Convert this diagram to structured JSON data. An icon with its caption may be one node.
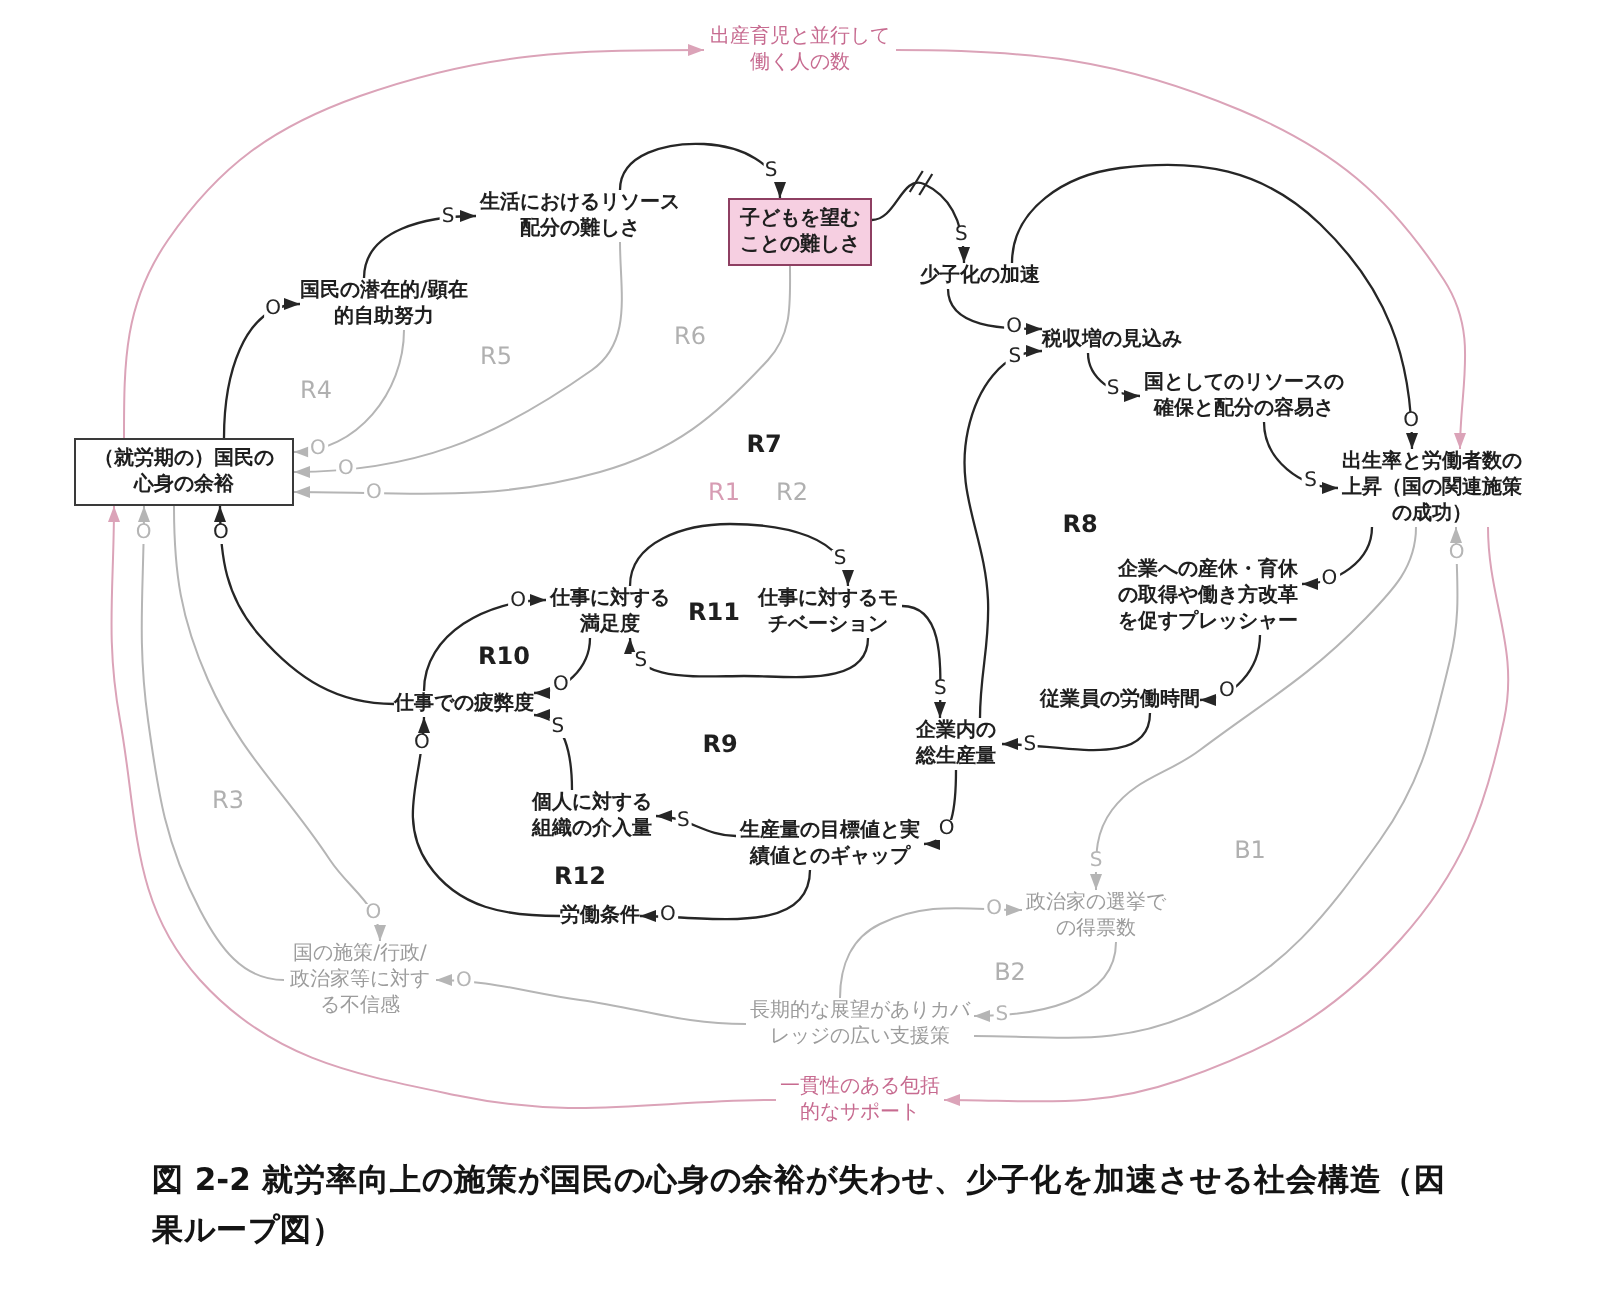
{
  "diagram": {
    "caption": "図 2-2 就労率向上の施策が国民の心身の余裕が失わせ、少子化を加速させる社会構造（因果ループ図）",
    "nodes": [
      {
        "text": [
          "（就労期の）国民の心身の余裕"
        ]
      },
      {
        "text": [
          "国民の潜在的/顕在的自助努力"
        ]
      },
      {
        "text": [
          "生活におけるリソース配分の難しさ"
        ]
      },
      {
        "text": [
          "子どもを望むことの難しさ"
        ]
      },
      {
        "text": [
          "少子化の加速"
        ]
      },
      {
        "text": [
          "税収増の見込み"
        ]
      },
      {
        "text": [
          "国としてのリソースの確保と配分の容易さ"
        ]
      },
      {
        "text": [
          "出生率と労働者数の上昇（国の関連施策の成功）"
        ]
      },
      {
        "text": [
          "企業への産休・育休の取得や働き方改革を促すプレッシャー"
        ]
      },
      {
        "text": [
          "従業員の労働時間"
        ]
      },
      {
        "text": [
          "企業内の総生産量"
        ]
      },
      {
        "text": [
          "仕事に対する満足度"
        ]
      },
      {
        "text": [
          "仕事に対するモチベーション"
        ]
      },
      {
        "text": [
          "仕事での疲弊度"
        ]
      },
      {
        "text": [
          "個人に対する組織の介入量"
        ]
      },
      {
        "text": [
          "生産量の目標値と実績値とのギャップ"
        ]
      },
      {
        "text": [
          "労働条件"
        ]
      },
      {
        "text": [
          "国の施策/行政/政治家等に対する不信感"
        ]
      },
      {
        "text": [
          "政治家の選挙での得票数"
        ]
      },
      {
        "text": [
          "長期的な展望がありカバレッジの広い支援策"
        ]
      },
      {
        "text": [
          "一貫性のある包括的なサポート"
        ]
      },
      {
        "text": [
          "出産育児と並行して働く人の数"
        ]
      }
    ],
    "edges": [
      {
        "from": 0,
        "to": 1,
        "arrow": "to",
        "label": "O"
      },
      {
        "from": 1,
        "to": 2,
        "arrow": "to",
        "label": "S"
      },
      {
        "from": 2,
        "to": 3,
        "arrow": "to",
        "label": "S"
      },
      {
        "from": 3,
        "to": 4,
        "arrow": "to",
        "label": "S"
      },
      {
        "from": 4,
        "to": 7,
        "arrow": "to",
        "label": "O"
      },
      {
        "from": 4,
        "to": 5,
        "arrow": "to",
        "label": "O"
      },
      {
        "from": 10,
        "to": 5,
        "arrow": "to",
        "label": "S"
      },
      {
        "from": 5,
        "to": 6,
        "arrow": "to",
        "label": "S"
      },
      {
        "from": 6,
        "to": 7,
        "arrow": "to",
        "label": "S"
      },
      {
        "from": 7,
        "to": 8,
        "arrow": "to",
        "label": "O"
      },
      {
        "from": 8,
        "to": 9,
        "arrow": "to",
        "label": "O"
      },
      {
        "from": 9,
        "to": 10,
        "arrow": "to",
        "label": "S"
      },
      {
        "from": 12,
        "to": 10,
        "arrow": "to",
        "label": "S"
      },
      {
        "from": 10,
        "to": 15,
        "arrow": "to",
        "label": "O"
      },
      {
        "from": 15,
        "to": 14,
        "arrow": "to",
        "label": "S"
      },
      {
        "from": 15,
        "to": 16,
        "arrow": "to",
        "label": "O"
      },
      {
        "from": 14,
        "to": 13,
        "arrow": "to",
        "label": "S"
      },
      {
        "from": 16,
        "to": 13,
        "arrow": "to",
        "label": "O"
      },
      {
        "from": 13,
        "to": 11,
        "arrow": "to",
        "label": "O"
      },
      {
        "from": 11,
        "to": 13,
        "arrow": "to",
        "label": "O"
      },
      {
        "from": 11,
        "to": 12,
        "arrow": "to",
        "label": "S"
      },
      {
        "from": 12,
        "to": 11,
        "arrow": "to",
        "label": "S"
      },
      {
        "from": 13,
        "to": 0,
        "arrow": "to",
        "label": "O"
      },
      {
        "from": 1,
        "to": 0,
        "arrow": "to",
        "label": "O",
        "color": "#b5b5b5"
      },
      {
        "from": 2,
        "to": 0,
        "arrow": "to",
        "label": "O",
        "color": "#b5b5b5"
      },
      {
        "from": 3,
        "to": 0,
        "arrow": "to",
        "label": "O",
        "color": "#b5b5b5"
      },
      {
        "from": 0,
        "to": 21,
        "arrow": "to",
        "color": "#dba3b8"
      },
      {
        "from": 21,
        "to": 7,
        "arrow": "to",
        "color": "#dba3b8"
      },
      {
        "from": 7,
        "to": 20,
        "arrow": "to",
        "color": "#dba3b8"
      },
      {
        "from": 20,
        "to": 0,
        "arrow": "to",
        "color": "#dba3b8"
      },
      {
        "from": 7,
        "to": 18,
        "arrow": "to",
        "label": "S",
        "color": "#b5b5b5"
      },
      {
        "from": 19,
        "to": 18,
        "arrow": "to",
        "label": "O",
        "color": "#b5b5b5"
      },
      {
        "from": 18,
        "to": 19,
        "arrow": "to",
        "label": "S",
        "color": "#b5b5b5"
      },
      {
        "from": 19,
        "to": 7,
        "arrow": "to",
        "label": "O",
        "color": "#b5b5b5"
      },
      {
        "from": 19,
        "to": 17,
        "arrow": "to",
        "label": "O",
        "color": "#b5b5b5"
      },
      {
        "from": 17,
        "to": 0,
        "arrow": "to",
        "label": "O",
        "color": "#b5b5b5"
      },
      {
        "from": 0,
        "to": 17,
        "arrow": "to",
        "label": "O",
        "color": "#b5b5b5"
      }
    ],
    "labels": [
      "R4",
      "R5",
      "R6",
      "R7",
      "R1",
      "R2",
      "R8",
      "R11",
      "R10",
      "R9",
      "R3",
      "B1",
      "R12",
      "B2"
    ]
  }
}
